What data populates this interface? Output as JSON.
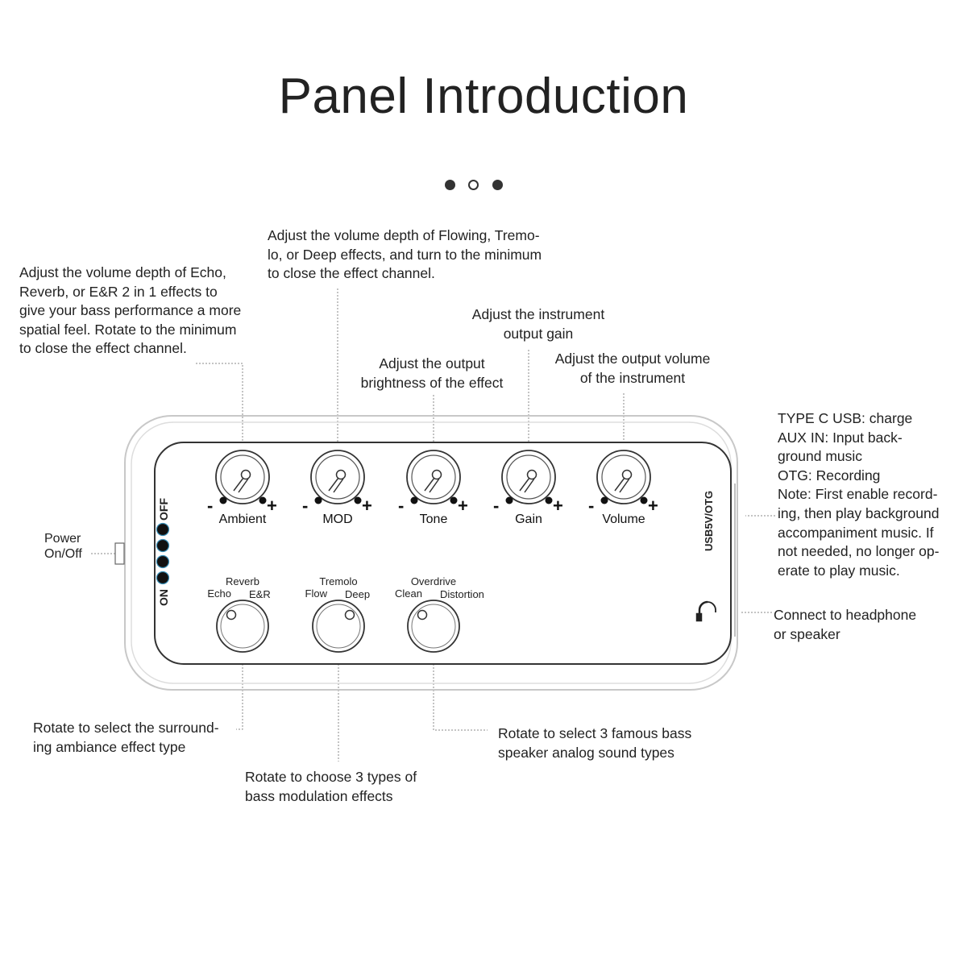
{
  "title": "Panel Introduction",
  "pager_dots": [
    "filled",
    "hollow",
    "filled"
  ],
  "annotations": {
    "ambient_knob": [
      "Adjust the volume depth of Echo,",
      "Reverb, or E&R 2 in 1 effects to",
      "give your bass performance a more",
      "spatial feel. Rotate to the minimum",
      "to close the effect channel."
    ],
    "mod_knob": [
      "Adjust the volume depth of Flowing, Tremo-",
      "lo, or Deep effects, and turn to the minimum",
      "to close the effect channel."
    ],
    "gain_knob": [
      "Adjust the instrument",
      "output gain"
    ],
    "tone_knob": [
      "Adjust the output",
      "brightness of the effect"
    ],
    "volume_knob": [
      "Adjust the output volume",
      "of the instrument"
    ],
    "usb_port": [
      "TYPE C USB: charge",
      "AUX IN: Input back-",
      "ground music",
      "OTG: Recording",
      "Note: First enable record-",
      "ing, then play background",
      "accompaniment music. If",
      "not needed, no longer op-",
      "erate to play music."
    ],
    "power_switch": [
      "Power",
      "On/Off"
    ],
    "headphone_jack": [
      "Connect to headphone",
      "or speaker"
    ],
    "ambient_selector": [
      "Rotate to select the surround-",
      "ing ambiance effect type"
    ],
    "mod_selector": [
      "Rotate to choose 3 types of",
      "bass modulation effects"
    ],
    "drive_selector": [
      "Rotate to select 3 famous bass",
      "speaker analog sound types"
    ]
  },
  "panel": {
    "top_knobs": [
      {
        "label": "Ambient",
        "minus": "-",
        "plus": "+"
      },
      {
        "label": "MOD",
        "minus": "-",
        "plus": "+"
      },
      {
        "label": "Tone",
        "minus": "-",
        "plus": "+"
      },
      {
        "label": "Gain",
        "minus": "-",
        "plus": "+"
      },
      {
        "label": "Volume",
        "minus": "-",
        "plus": "+"
      }
    ],
    "selectors": [
      {
        "top": "Reverb",
        "left": "Echo",
        "right": "E&R"
      },
      {
        "top": "Tremolo",
        "left": "Flow",
        "right": "Deep"
      },
      {
        "top": "Overdrive",
        "left": "Clean",
        "right": "Distortion"
      }
    ],
    "switch_on": "ON",
    "switch_off": "OFF",
    "led_count": 4,
    "usb_label": "USB5V/OTG",
    "headphone_icon": "headphone-icon",
    "colors": {
      "line": "#444444",
      "led": "#111111",
      "frame": "#bbbbbb"
    }
  }
}
